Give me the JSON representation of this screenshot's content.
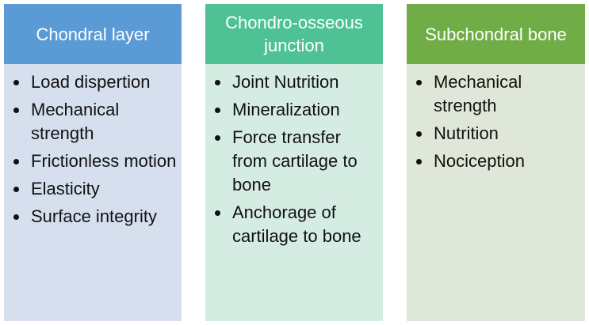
{
  "columns": [
    {
      "title": "Chondral layer",
      "header_color": "#5b9bd5",
      "body_color": "#d6dfee",
      "items": [
        "Load dispertion",
        "Mechanical strength",
        "Frictionless motion",
        "Elasticity",
        "Surface integrity"
      ]
    },
    {
      "title": "Chondro-osseous junction",
      "header_color": "#4fc295",
      "body_color": "#d5ece2",
      "items": [
        "Joint Nutrition",
        "Mineralization",
        "Force transfer from cartilage to bone",
        "Anchorage of cartilage to bone"
      ]
    },
    {
      "title": "Subchondral bone",
      "header_color": "#70ad47",
      "body_color": "#dfe8d8",
      "items": [
        "Mechanical strength",
        "Nutrition",
        "Nociception"
      ]
    }
  ]
}
